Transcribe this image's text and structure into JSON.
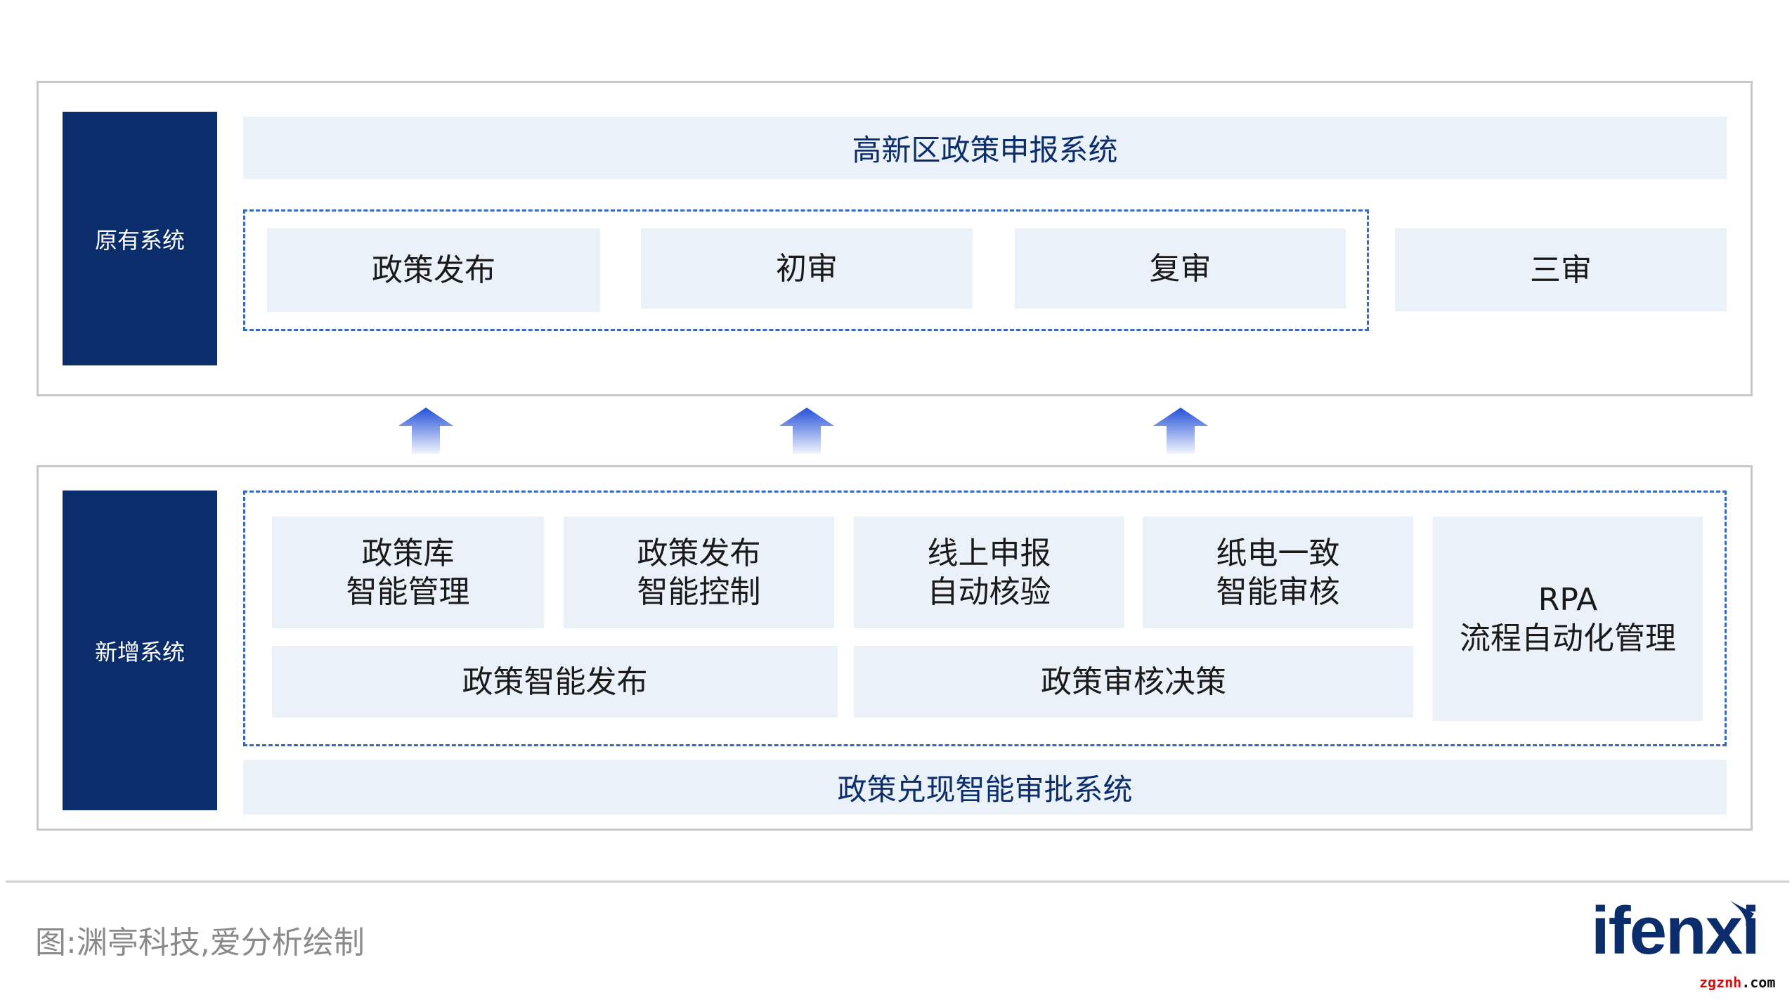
{
  "original": {
    "label": "原有系统",
    "title": "高新区政策申报系统",
    "steps": [
      "政策发布",
      "初审",
      "复审",
      "三审"
    ]
  },
  "new": {
    "label": "新增系统",
    "modules": [
      [
        "政策库",
        "智能管理"
      ],
      [
        "政策发布",
        "智能控制"
      ],
      [
        "线上申报",
        "自动核验"
      ],
      [
        "纸电一致",
        "智能审核"
      ],
      [
        "RPA",
        "流程自动化管理"
      ]
    ],
    "wide_modules": [
      "政策智能发布",
      "政策审核决策"
    ],
    "title": "政策兑现智能审批系统"
  },
  "caption": "图:渊亭科技,爱分析绘制",
  "logo": {
    "text": "ifenxi",
    "watermark": "zgznh",
    "watermark_suffix": ".com"
  },
  "colors": {
    "dark": "#0c2d6b",
    "light": "#ebf1f8",
    "dash": "#3a66c4",
    "arrow": "#2a55d8"
  }
}
